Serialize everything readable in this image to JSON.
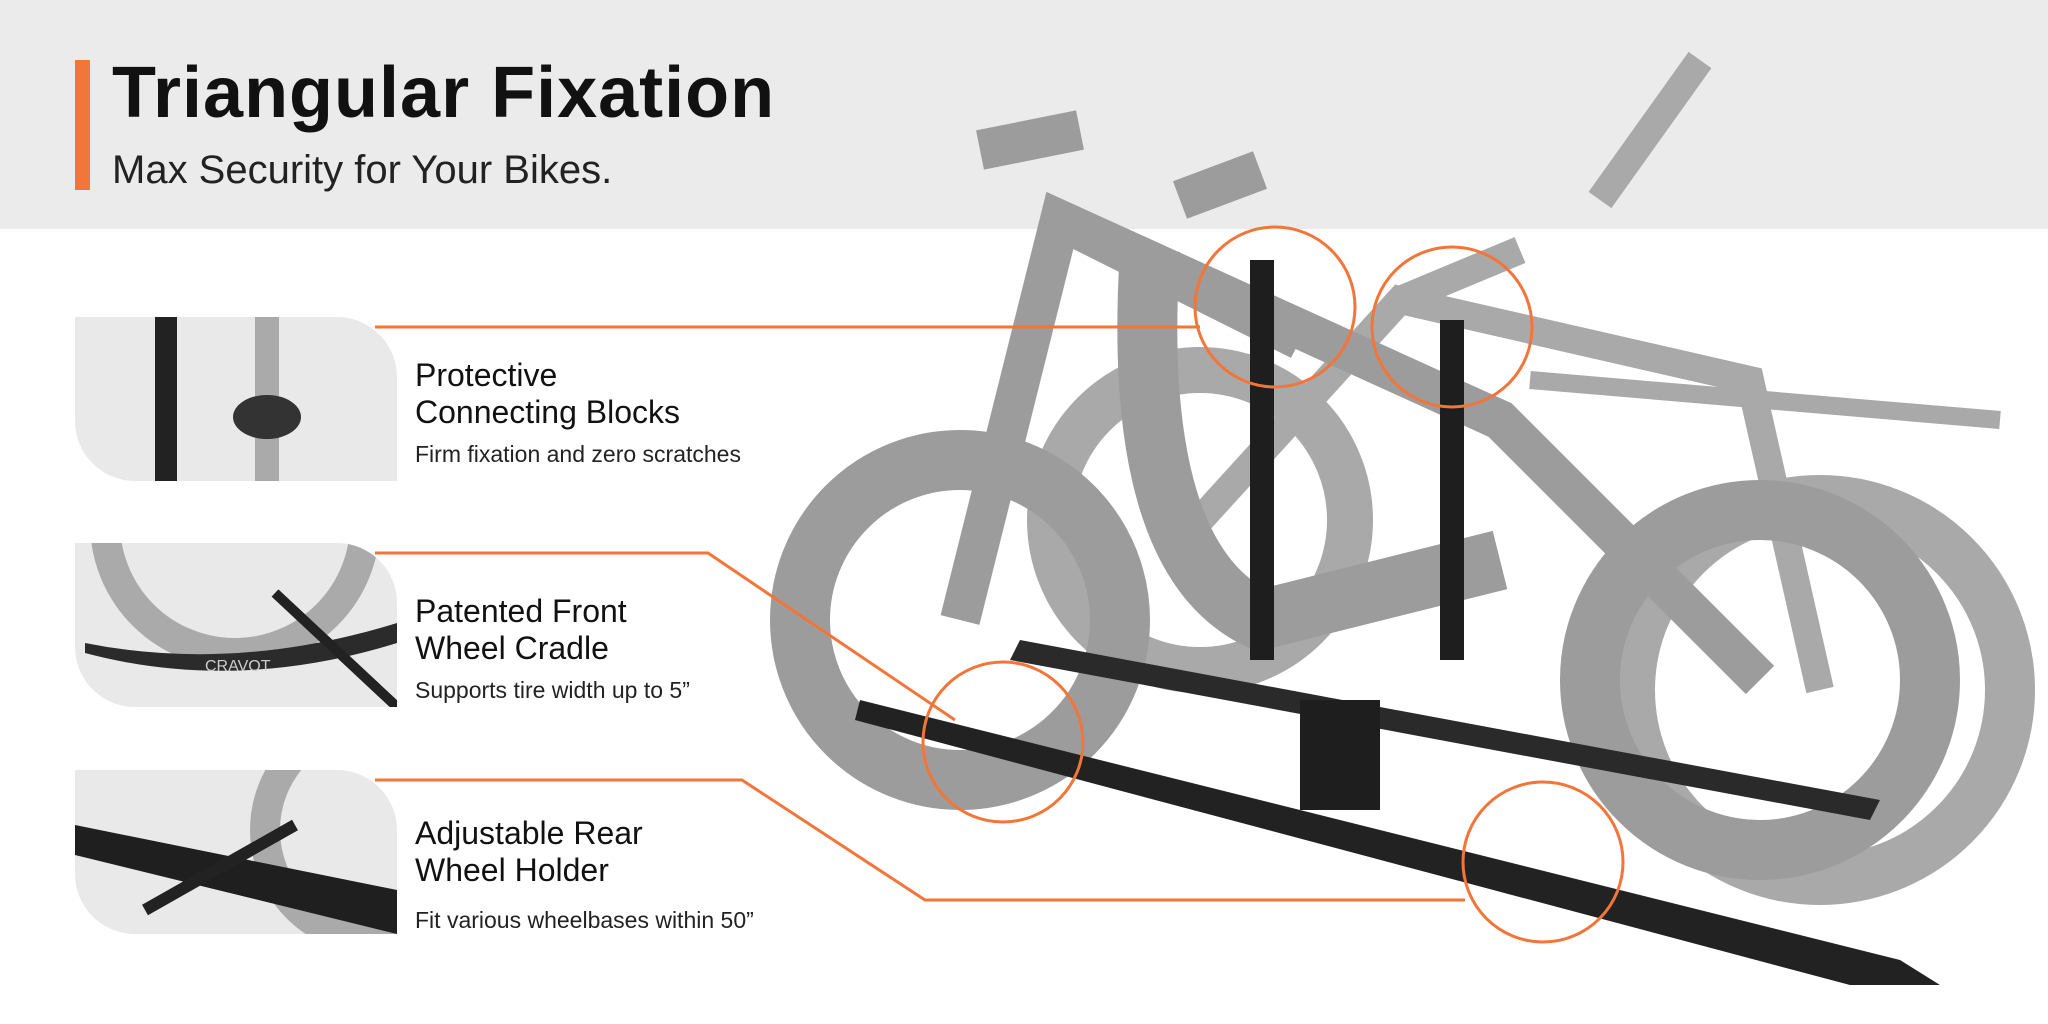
{
  "header": {
    "title": "Triangular Fixation",
    "subtitle": "Max Security for Your Bikes."
  },
  "features": [
    {
      "line1": "Protective",
      "line2": "Connecting Blocks",
      "desc": "Firm fixation and zero scratches"
    },
    {
      "line1": "Patented Front",
      "line2": "Wheel Cradle",
      "desc": "Supports tire width up to 5”"
    },
    {
      "line1": "Adjustable Rear",
      "line2": "Wheel Holder",
      "desc": "Fit various wheelbases within 50”"
    }
  ],
  "brand": "CRAVOT",
  "colors": {
    "accent": "#f27539",
    "band": "#ebebeb",
    "bike": "#9a9a9a",
    "rack": "#1e1e1e"
  }
}
